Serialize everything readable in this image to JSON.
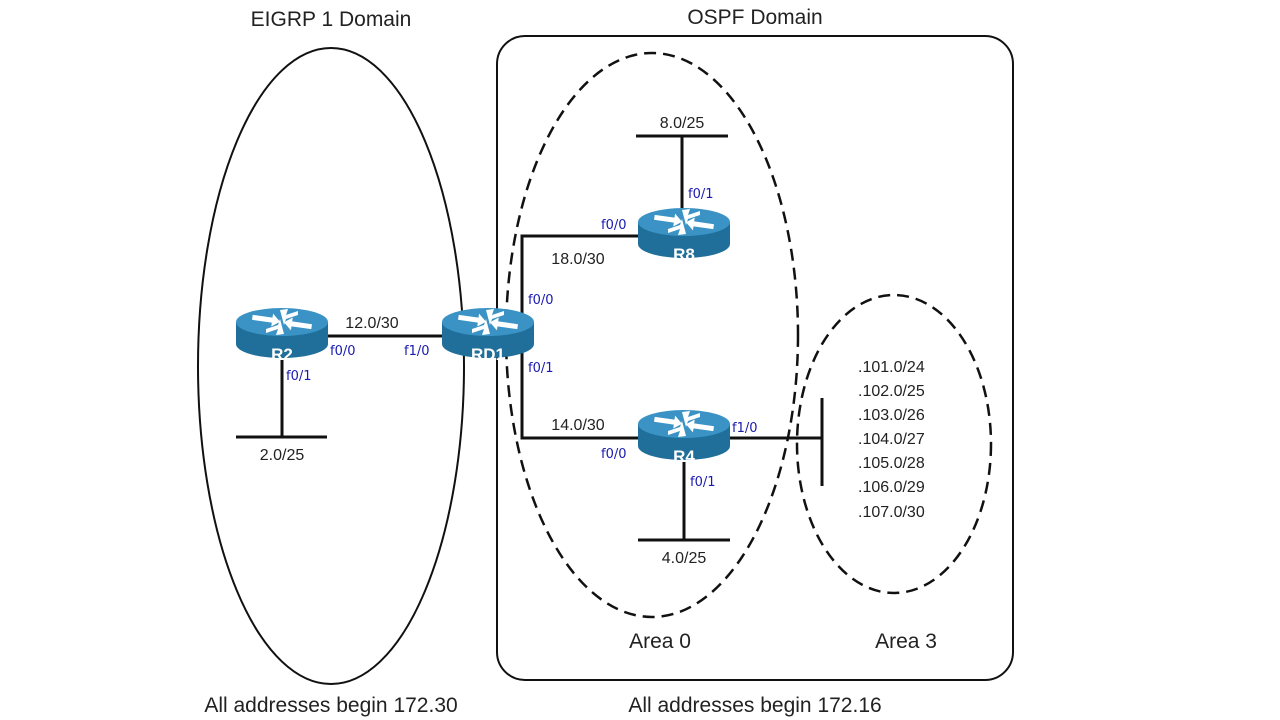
{
  "domains": {
    "eigrp_title": "EIGRP 1 Domain",
    "ospf_title": "OSPF Domain",
    "area0_label": "Area 0",
    "area3_label": "Area 3",
    "eigrp_footer": "All addresses begin 172.30",
    "ospf_footer": "All addresses begin 172.16"
  },
  "routers": {
    "r2": "R2",
    "rd1": "RD1",
    "r8": "R8",
    "r4": "R4"
  },
  "networks": {
    "r2_lan": "2.0/25",
    "r2_rd1": "12.0/30",
    "rd1_r8": "18.0/30",
    "rd1_r4": "14.0/30",
    "r8_lan": "8.0/25",
    "r4_lan": "4.0/25"
  },
  "interfaces": {
    "r2_f0_0": "f0/0",
    "r2_f0_1": "f0/1",
    "rd1_f1_0": "f1/0",
    "rd1_f0_0": "f0/0",
    "rd1_f0_1": "f0/1",
    "r8_f0_0": "f0/0",
    "r8_f0_1": "f0/1",
    "r4_f0_0": "f0/0",
    "r4_f0_1": "f0/1",
    "r4_f1_0": "f1/0"
  },
  "area3_networks": [
    ".101.0/24",
    ".102.0/25",
    ".103.0/26",
    ".104.0/27",
    ".105.0/28",
    ".106.0/29",
    ".107.0/30"
  ],
  "colors": {
    "router_body": "#1f6f9a",
    "router_top": "#2e86b8",
    "interface_label": "#1a1ab0"
  }
}
